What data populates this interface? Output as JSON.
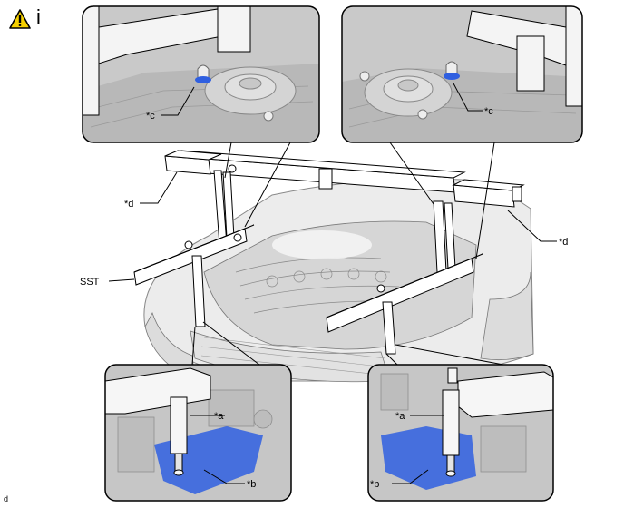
{
  "header": {
    "warning_symbol": "warning-triangle-icon",
    "info_letter": "i"
  },
  "labels": {
    "c_left": "*c",
    "c_right": "*c",
    "d_left": "*d",
    "d_right": "*d",
    "sst": "SST",
    "a_left": "*a",
    "a_right": "*a",
    "b_left": "*b",
    "b_right": "*b"
  },
  "footnote": "d",
  "colors": {
    "highlight_blue": "#2f5fe0",
    "warning_yellow": "#f5d000",
    "line": "#000000"
  }
}
